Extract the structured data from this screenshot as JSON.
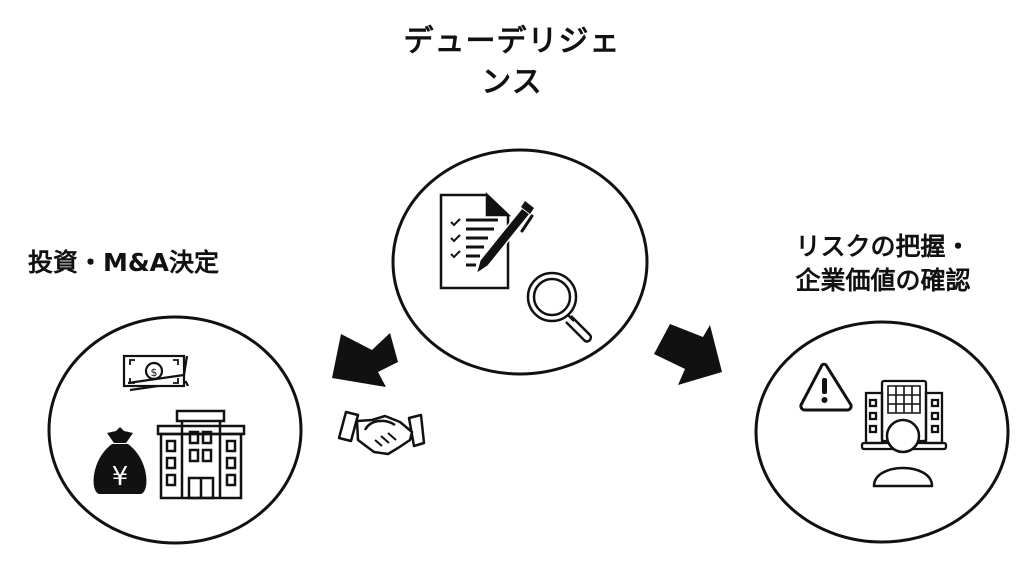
{
  "title": {
    "line1": "デューデリジェ",
    "line2": "ンス"
  },
  "left_node": {
    "line1": "投資・M&A決定",
    "icons": [
      "money-bill-icon",
      "yen-money-bag-icon",
      "office-building-icon"
    ]
  },
  "center_node": {
    "icons": [
      "checklist-document-icon",
      "pen-icon",
      "magnifier-icon"
    ]
  },
  "right_node": {
    "line1": "リスクの把握・",
    "line2": "企業価値の確認",
    "icons": [
      "warning-icon",
      "office-building-icon",
      "person-icon"
    ]
  },
  "connectors": {
    "left": [
      "arrow-down-left-icon",
      "handshake-icon"
    ],
    "right": [
      "arrow-down-right-icon"
    ]
  },
  "colors": {
    "stroke": "#111111",
    "background": "#ffffff"
  }
}
